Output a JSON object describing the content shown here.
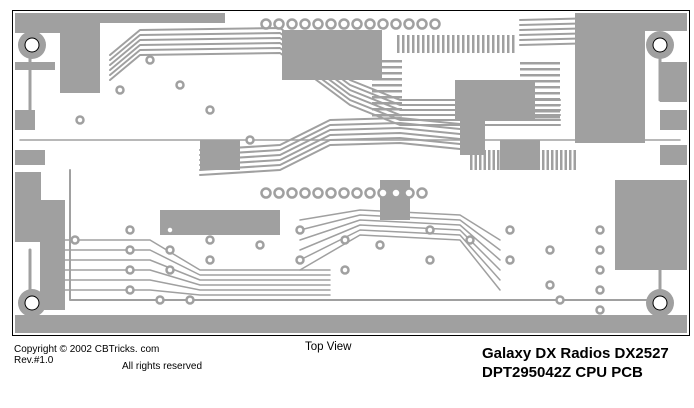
{
  "caption": {
    "copyright": "Copyright © 2002 CBTricks. com",
    "revision": "Rev.#1.0",
    "rights": "All rights reserved",
    "view": "Top View",
    "title_line1": "Galaxy DX Radios DX2527",
    "title_line2": "DPT295042Z  CPU PCB"
  },
  "colors": {
    "copper": "#a0a0a0",
    "background": "#ffffff",
    "border": "#000000"
  }
}
